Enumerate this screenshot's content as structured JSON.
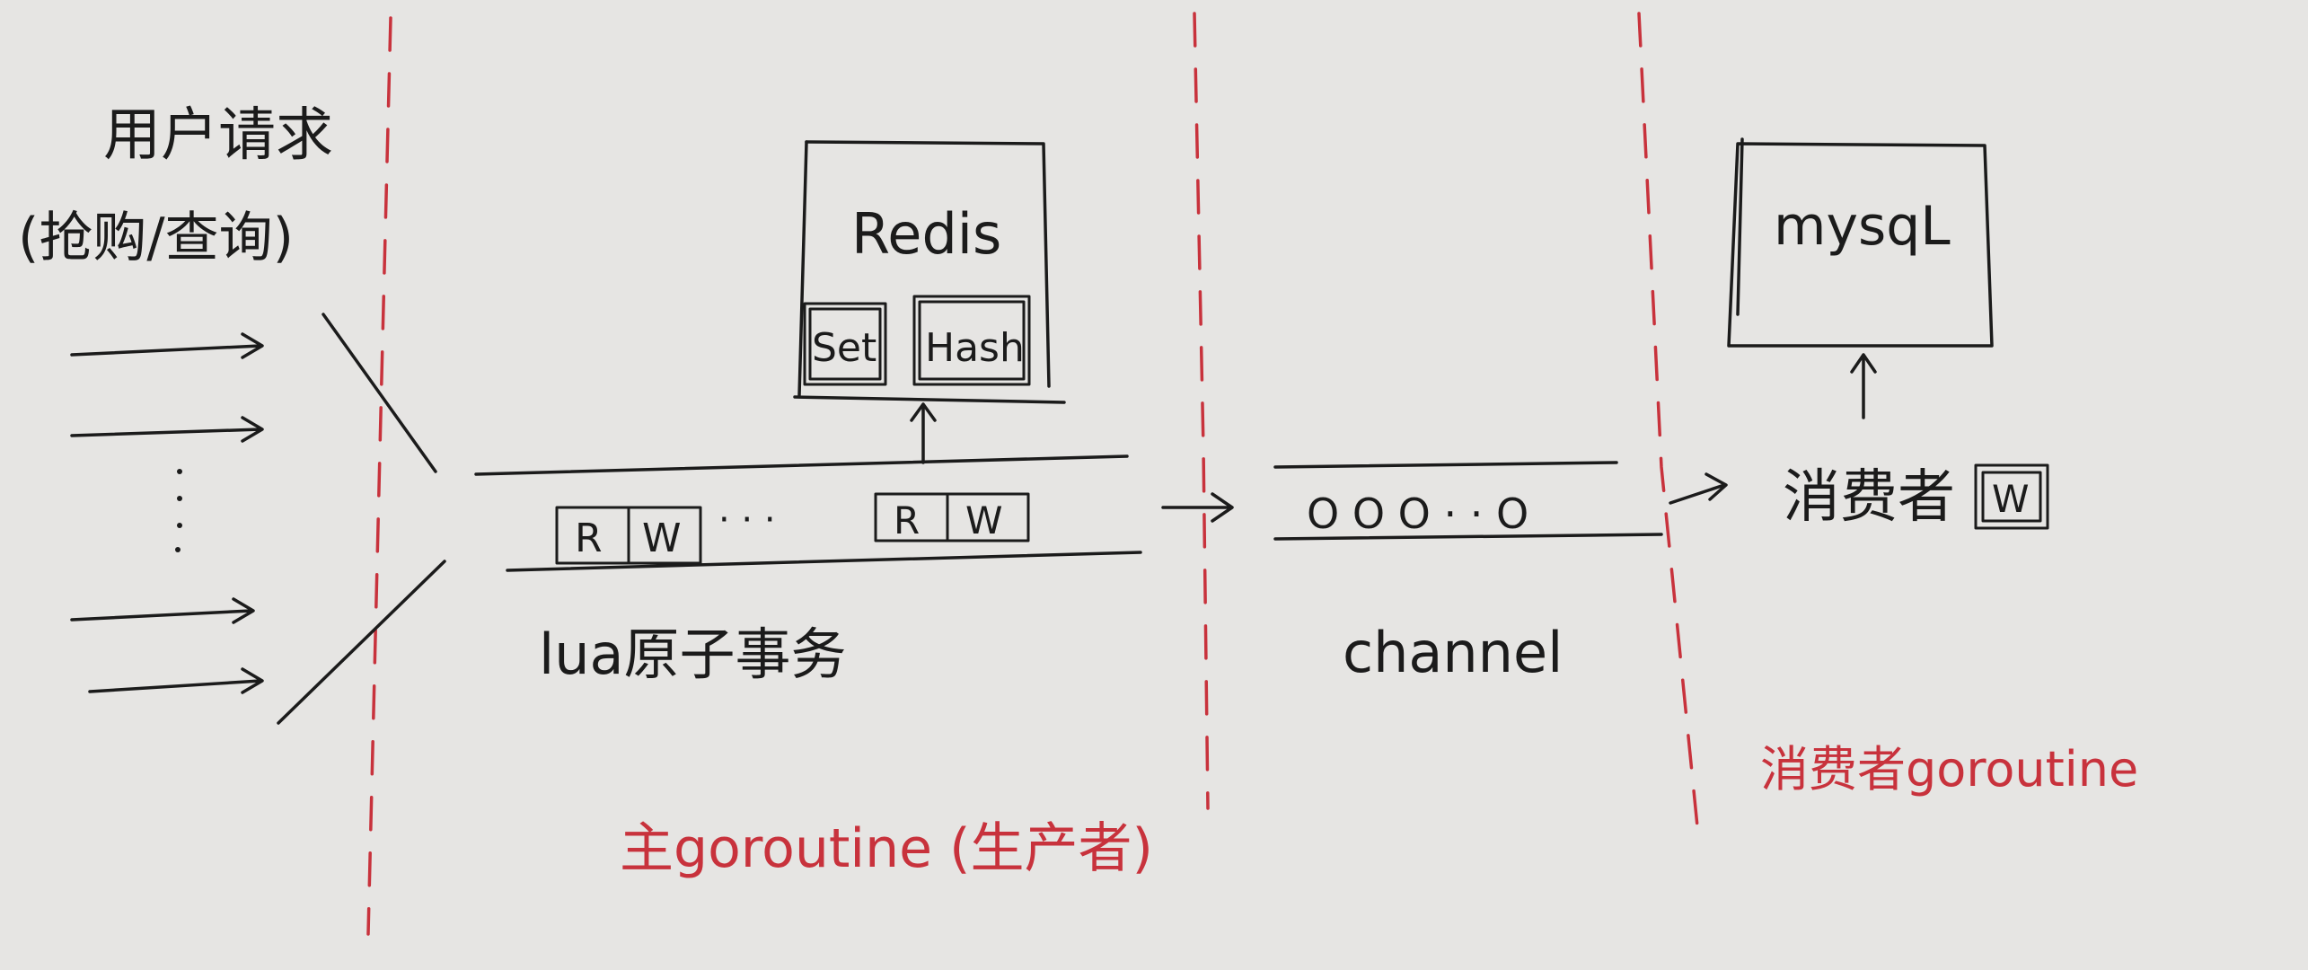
{
  "user_request": {
    "line1": "用户请求",
    "line2": "(抢购/查询)"
  },
  "redis": {
    "title": "Redis",
    "set_label": "Set",
    "hash_label": "Hash"
  },
  "pipeline": {
    "r_label": "R",
    "w_label": "W",
    "ellipsis": "· · ·"
  },
  "lua": {
    "label": "lua原子事务"
  },
  "channel": {
    "slots": "O O O · · O",
    "label": "channel"
  },
  "mysql": {
    "title": "mysqL"
  },
  "consumer": {
    "label": "消费者",
    "w_label": "W"
  },
  "sections": {
    "producer": "主goroutine (生产者)",
    "consumer": "消费者goroutine"
  },
  "colors": {
    "ink": "#1b1b1b",
    "red": "#c8323c",
    "paper": "#e6e5e3"
  }
}
